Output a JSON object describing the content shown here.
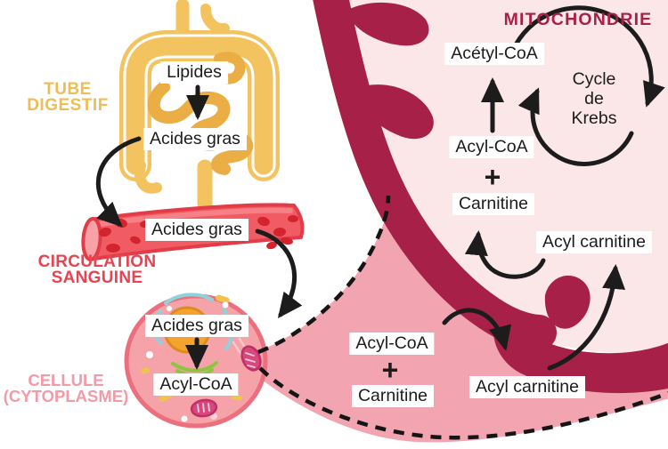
{
  "regions": {
    "digestive": {
      "line1": "TUBE",
      "line2": "DIGESTIF"
    },
    "blood": {
      "line1": "CIRCULATION",
      "line2": "SANGUINE"
    },
    "cell": {
      "line1": "CELLULE",
      "line2": "(CYTOPLASME)"
    },
    "mitochondria": {
      "label": "MITOCHONDRIE"
    }
  },
  "nodes": {
    "lipides": "Lipides",
    "acides_gras_intestin": "Acides gras",
    "acides_gras_sang": "Acides gras",
    "acides_gras_cellule": "Acides gras",
    "acyl_coa_cellule": "Acyl-CoA",
    "acyl_coa_cytoplasme": "Acyl-CoA",
    "plus_cytoplasme": "+",
    "carnitine_cytoplasme": "Carnitine",
    "acyl_carnitine_cytoplasme": "Acyl carnitine",
    "acyl_carnitine_mitochondrie": "Acyl carnitine",
    "acyl_coa_mitochondrie": "Acyl-CoA",
    "plus_mitochondrie": "+",
    "carnitine_mitochondrie": "Carnitine",
    "acetyl_coa": "Acétyl-CoA"
  },
  "krebs": {
    "line1": "Cycle",
    "line2": "de",
    "line3": "Krebs"
  },
  "colors": {
    "digestive_gold": "#EFBD55",
    "intestine_fill": "#F3C35F",
    "intestine_coils": "#EAAE44",
    "blood_red_text": "#E84350",
    "vessel_fill": "#F15C64",
    "vessel_border": "#E23C49",
    "blood_cells": "#D2242F",
    "cell_pink_text": "#F29AA7",
    "cell_fill": "#F5A3A9",
    "cell_border": "#EC6F7D",
    "mitochondria_maroon": "#A72048",
    "mitochondria_matrix_pink": "#FBE6E8",
    "cytoplasm_zoom_pink": "#F2A4B0",
    "arrow_black": "#1C1C1C",
    "node_background": "#FFFFFF"
  }
}
